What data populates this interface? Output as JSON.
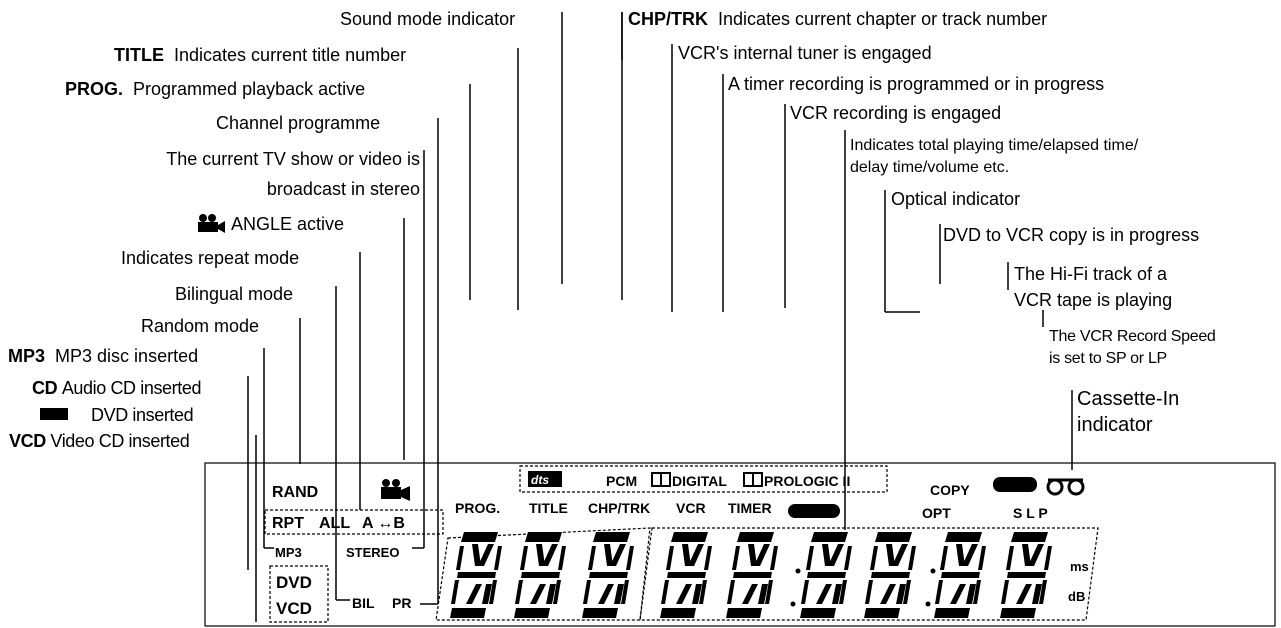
{
  "callouts": {
    "sound_mode": "Sound mode indicator",
    "chp_trk_key": "CHP/TRK",
    "chp_trk_desc": "Indicates current chapter or track number",
    "title_key": "TITLE",
    "title_desc": "Indicates current title number",
    "vcr_tuner": "VCR's internal tuner is engaged",
    "prog_key": "PROG.",
    "prog_desc": "Programmed playback active",
    "timer": "A timer recording is programmed or in progress",
    "channel": "Channel programme",
    "vcr_rec": "VCR recording is engaged",
    "stereo_1": "The current TV show or video is",
    "stereo_2": "broadcast in stereo",
    "total_time_1": "Indicates total playing time/elapsed time/",
    "total_time_2": "delay time/volume etc.",
    "optical": "Optical indicator",
    "angle": "ANGLE active",
    "copy": "DVD to VCR copy is in progress",
    "repeat": "Indicates repeat mode",
    "bilingual": "Bilingual mode",
    "hifi_1": "The Hi-Fi track of a",
    "hifi_2": "VCR tape is playing",
    "random": "Random mode",
    "speed_1": "The VCR Record Speed",
    "speed_2": "is set to SP or LP",
    "mp3_key": "MP3",
    "mp3_desc": "MP3 disc inserted",
    "cassette_1": "Cassette-In",
    "cassette_2": "indicator",
    "cd_key": "CD",
    "cd_desc": "Audio CD inserted",
    "dvd_desc": "DVD inserted",
    "vcd_key": "VCD",
    "vcd_desc": "Video CD inserted"
  },
  "display": {
    "rand": "RAND",
    "rpt": "RPT",
    "all": "ALL",
    "ab": "A ↔B",
    "mp3": "MP3",
    "stereo": "STEREO",
    "dvd": "DVD",
    "vcd": "VCD",
    "bil": "BIL",
    "pr": "PR",
    "prog": "PROG.",
    "title": "TITLE",
    "chptrk": "CHP/TRK",
    "vcr": "VCR",
    "timer": "TIMER",
    "dts": "dts",
    "pcm": "PCM",
    "digital": "DIGITAL",
    "prologic": "PROLOGIC II",
    "copy": "COPY",
    "opt": "OPT",
    "slp": "S L P",
    "ms": "ms",
    "db": "dB"
  }
}
